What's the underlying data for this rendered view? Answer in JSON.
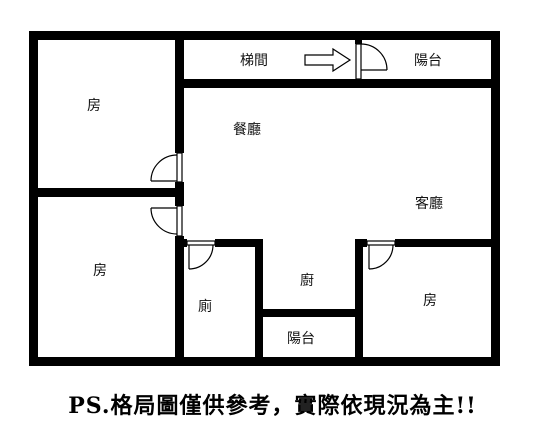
{
  "rooms": {
    "stairwell": "梯間",
    "balcony_top": "陽台",
    "room_top_left": "房",
    "dining": "餐廳",
    "living": "客廳",
    "room_bottom_left": "房",
    "kitchen": "廚",
    "toilet": "廁",
    "room_bottom_right": "房",
    "balcony_bottom": "陽台"
  },
  "disclaimer": "PS.格局圖僅供參考，實際依現況為主!!",
  "colors": {
    "wall": "#000000",
    "background": "#ffffff"
  },
  "icons": {
    "stair_arrow": "right-arrow-icon",
    "door": "door-swing-icon"
  }
}
